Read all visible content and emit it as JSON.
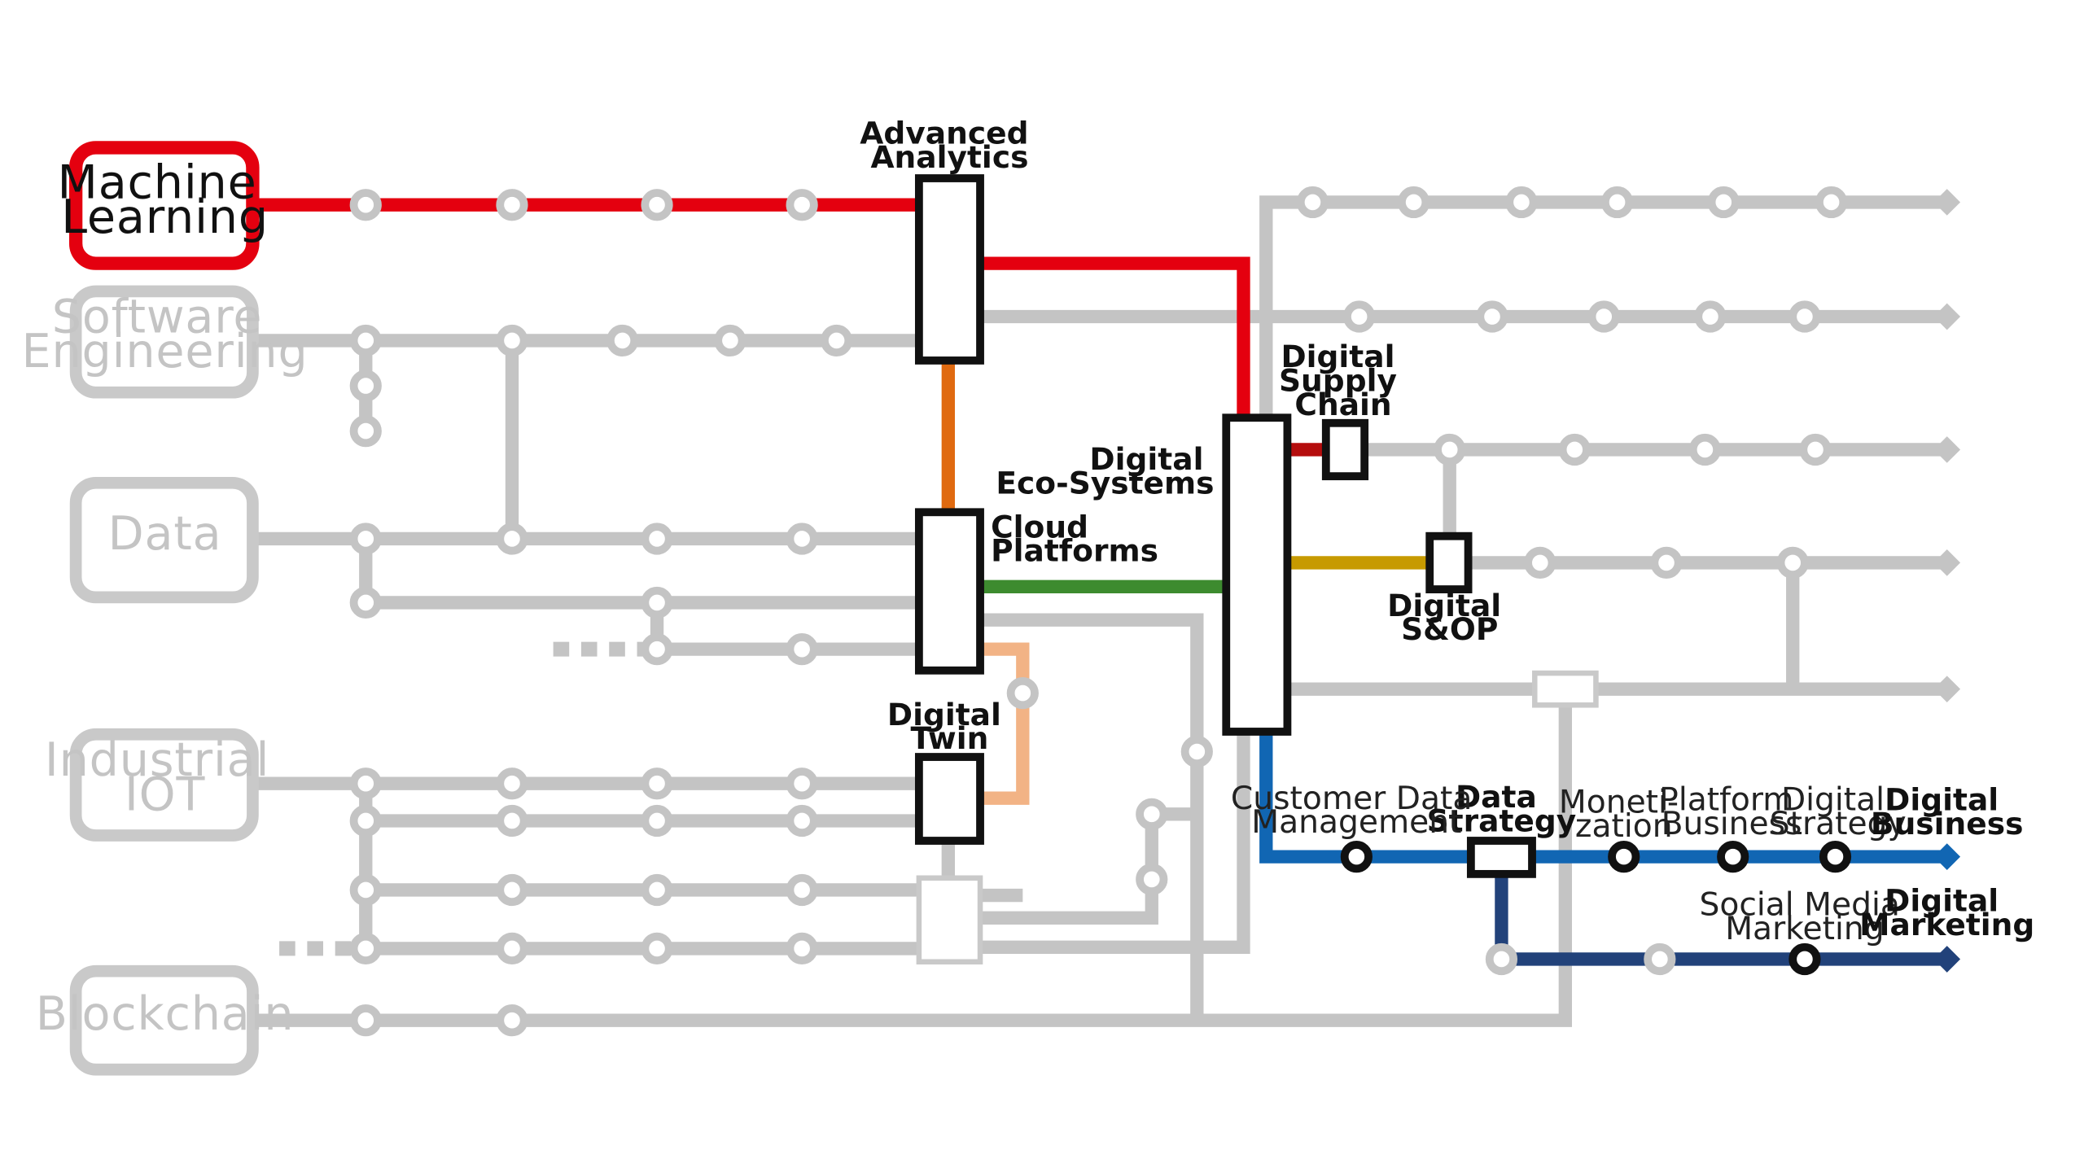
{
  "sources": [
    {
      "label_lines": [
        "Machine",
        "Learning"
      ],
      "active": true
    },
    {
      "label_lines": [
        "Software",
        "Engineering"
      ],
      "active": false
    },
    {
      "label_lines": [
        "Data"
      ],
      "active": false
    },
    {
      "label_lines": [
        "Industrial",
        "IOT"
      ],
      "active": false
    },
    {
      "label_lines": [
        "Blockchain"
      ],
      "active": false
    }
  ],
  "hubs": {
    "advanced_analytics": [
      "Advanced",
      "Analytics"
    ],
    "cloud_platforms": [
      "Cloud",
      "Platforms"
    ],
    "digital_twin": [
      "Digital",
      "Twin"
    ],
    "digital_eco_systems": [
      "Digital",
      "Eco-Systems"
    ],
    "digital_supply_chain": [
      "Digital",
      "Supply",
      "Chain"
    ],
    "digital_sop": [
      "Digital",
      "S&OP"
    ],
    "data_strategy": [
      "Data",
      "Strategy"
    ]
  },
  "blue_line": {
    "stations": [
      [
        "Customer Data",
        "Management"
      ],
      [
        "Moneti-",
        "zation"
      ],
      [
        "Platform",
        "Business"
      ],
      [
        "Digital",
        "Strategy"
      ]
    ],
    "terminus": [
      "Digital",
      "Business"
    ]
  },
  "navy_line": {
    "stations": [
      [
        "Social Media",
        "Marketing"
      ]
    ],
    "terminus": [
      "Digital",
      "Marketing"
    ]
  },
  "colors": {
    "machine_learning": "#e4000f",
    "inactive": "#c4c4c4",
    "cloud_to_analytics": "#e06a10",
    "twin_link": "#f2b385",
    "cloud_to_ecosystems": "#3d8b2f",
    "ecosystems_to_sop": "#c79a00",
    "ecosystems_to_supply_chain": "#b50d0d",
    "digital_business_line": "#1166b3",
    "digital_marketing_line": "#22427a"
  }
}
